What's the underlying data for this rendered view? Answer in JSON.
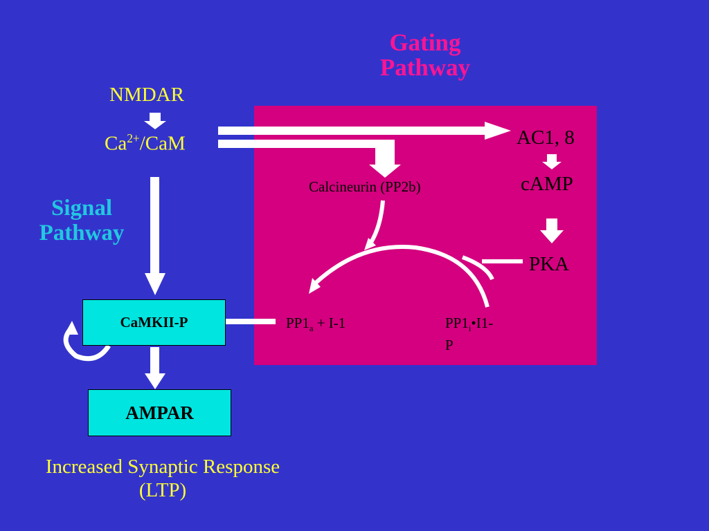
{
  "colors": {
    "background": "#3333cc",
    "gating_box": "#d4007f",
    "node_box": "#00e5e0",
    "yellow_text": "#ffff33",
    "signal_label": "#22c8e0",
    "gating_label": "#ff1493",
    "arrows": "#ffffff"
  },
  "labels": {
    "gating_pathway_line1": "Gating",
    "gating_pathway_line2": "Pathway",
    "signal_pathway_line1": "Signal",
    "signal_pathway_line2": "Pathway",
    "outcome_line1": "Increased Synaptic Response",
    "outcome_line2": "(LTP)"
  },
  "nodes": {
    "nmdar": "NMDAR",
    "ca_prefix": "Ca",
    "ca_superscript": "2+",
    "ca_suffix": "/CaM",
    "ac": "AC1, 8",
    "camp": "cAMP",
    "pka": "PKA",
    "calcineurin": "Calcineurin (PP2b)",
    "pp1a_prefix": "PP1",
    "pp1a_subscript": "a",
    "pp1a_suffix": " + I-1",
    "pp1i_prefix": "PP1",
    "pp1i_subscript": "i",
    "pp1i_suffix": "•I1-",
    "pp1i_line2": "P",
    "camkii": "CaMKII-P",
    "ampar": "AMPAR"
  }
}
